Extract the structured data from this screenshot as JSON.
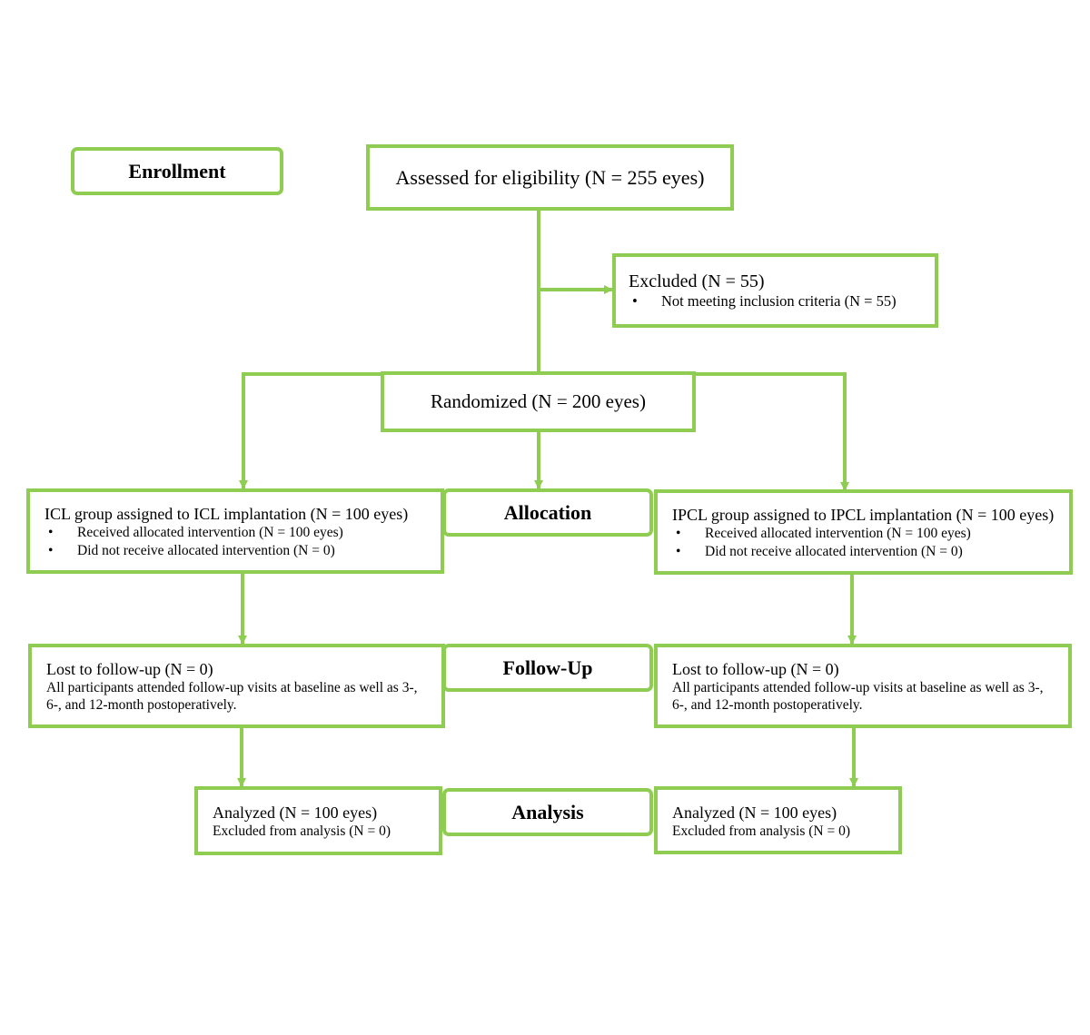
{
  "colors": {
    "box_border": "#8fcd52",
    "connector": "#8fcd52"
  },
  "stages": {
    "enrollment": "Enrollment",
    "allocation": "Allocation",
    "follow_up": "Follow-Up",
    "analysis": "Analysis"
  },
  "eligibility": {
    "text": "Assessed for eligibility (N = 255 eyes)"
  },
  "excluded": {
    "title": "Excluded (N = 55)",
    "items": [
      "Not meeting inclusion criteria (N = 55)"
    ]
  },
  "randomized": {
    "text": "Randomized (N = 200 eyes)"
  },
  "icl": {
    "allocation": {
      "title": "ICL group assigned to ICL implantation (N = 100 eyes)",
      "items": [
        "Received allocated intervention (N = 100 eyes)",
        "Did not receive allocated intervention (N = 0)"
      ]
    },
    "follow_up": {
      "title": "Lost to follow-up (N = 0)",
      "lines": [
        "All participants attended follow-up visits at baseline as well as 3-,",
        "6-, and 12-month postoperatively."
      ]
    },
    "analysis": {
      "title": "Analyzed (N = 100 eyes)",
      "line": "Excluded from analysis (N = 0)"
    }
  },
  "ipcl": {
    "allocation": {
      "title": "IPCL group assigned to IPCL implantation (N = 100 eyes)",
      "items": [
        "Received allocated intervention (N = 100 eyes)",
        "Did not receive allocated intervention (N = 0)"
      ]
    },
    "follow_up": {
      "title": "Lost to follow-up (N = 0)",
      "lines": [
        "All participants attended follow-up visits at baseline as well as 3-,",
        "6-, and 12-month postoperatively."
      ]
    },
    "analysis": {
      "title": "Analyzed (N = 100 eyes)",
      "line": "Excluded from analysis (N = 0)"
    }
  }
}
